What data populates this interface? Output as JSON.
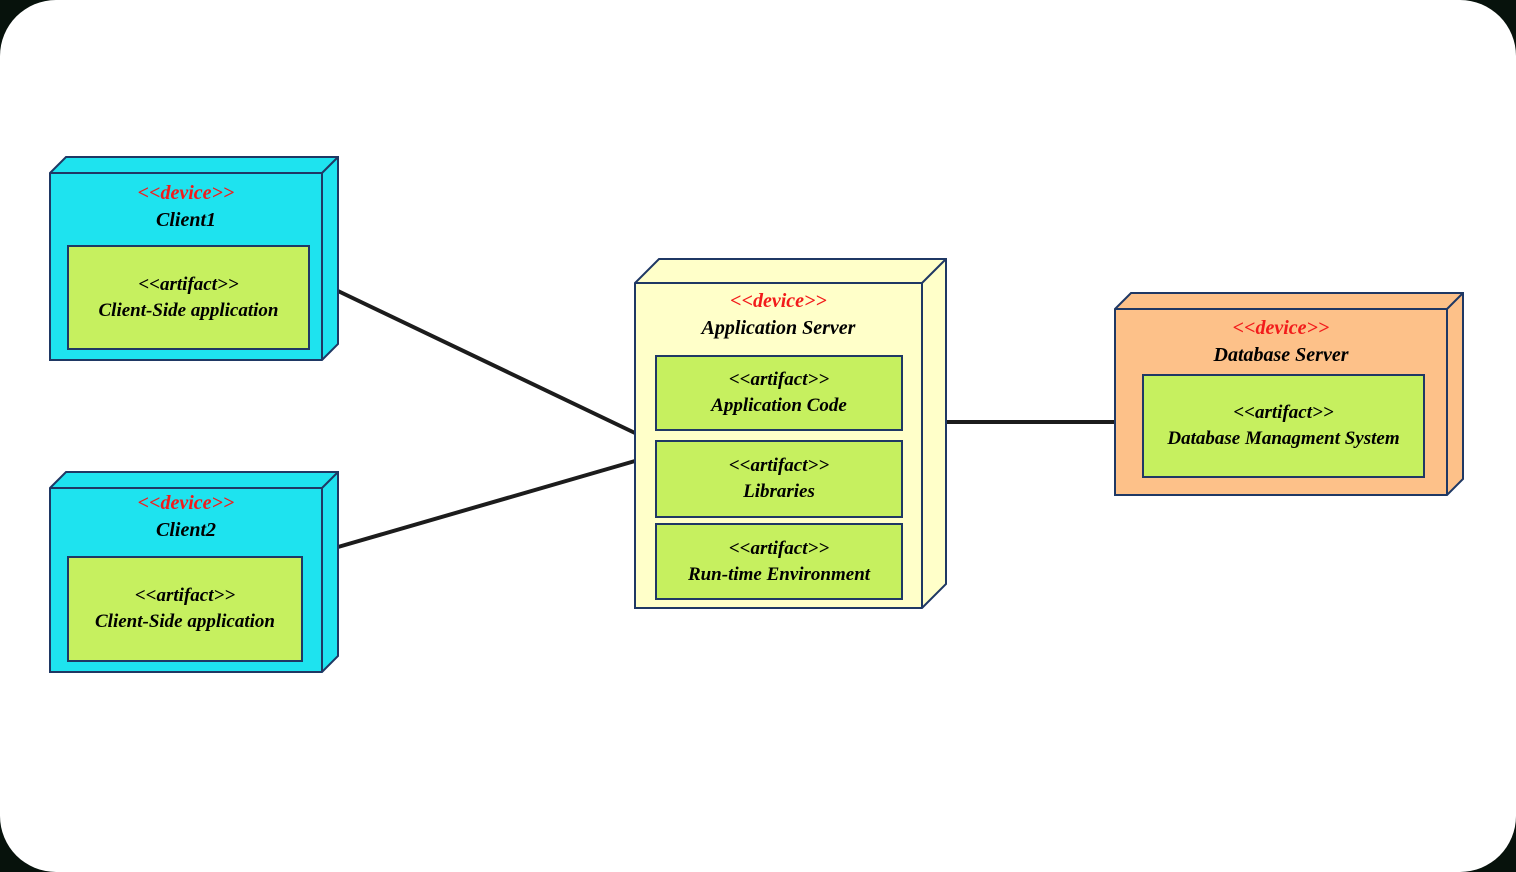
{
  "surface": {
    "background": "#07120c",
    "panel": "#ffffff"
  },
  "palette": {
    "client_fill": "#1ee3ef",
    "server_fill": "#ffffc9",
    "database_fill": "#fdc189",
    "artifact_fill": "#c6f05f",
    "node_border": "#1f3864",
    "stereotype_color": "#f21b1b",
    "name_color": "#000000",
    "connector_color": "#1c1c1c"
  },
  "nodes": [
    {
      "id": "client1",
      "stereotype": "<<device>>",
      "name": "Client1",
      "artifacts": [
        {
          "stereotype": "<<artifact>>",
          "name": "Client-Side application"
        }
      ]
    },
    {
      "id": "client2",
      "stereotype": "<<device>>",
      "name": "Client2",
      "artifacts": [
        {
          "stereotype": "<<artifact>>",
          "name": "Client-Side application"
        }
      ]
    },
    {
      "id": "application-server",
      "stereotype": "<<device>>",
      "name": "Application Server",
      "artifacts": [
        {
          "stereotype": "<<artifact>>",
          "name": "Application Code"
        },
        {
          "stereotype": "<<artifact>>",
          "name": "Libraries"
        },
        {
          "stereotype": "<<artifact>>",
          "name": "Run-time Environment"
        }
      ]
    },
    {
      "id": "database-server",
      "stereotype": "<<device>>",
      "name": "Database Server",
      "artifacts": [
        {
          "stereotype": "<<artifact>>",
          "name": "Database Managment System"
        }
      ]
    }
  ],
  "connections": [
    {
      "from": "client1",
      "to": "application-server"
    },
    {
      "from": "client2",
      "to": "application-server"
    },
    {
      "from": "application-server",
      "to": "database-server"
    }
  ]
}
